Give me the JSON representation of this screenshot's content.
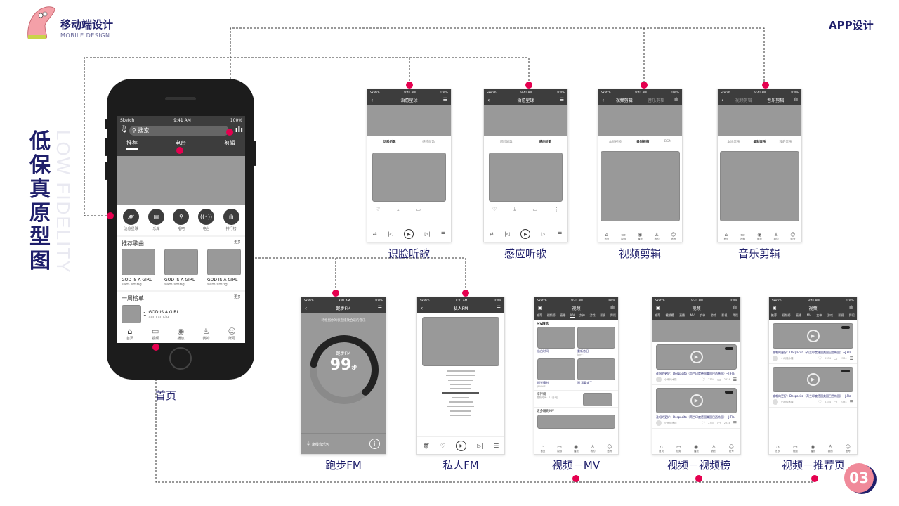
{
  "header": {
    "title": "移动端设计",
    "subtitle": "MOBILE DESIGN",
    "right_label": "APP设计"
  },
  "side": {
    "title": "低保真原型图",
    "watermark": "LOW FIDELITY"
  },
  "page_number": "03",
  "colors": {
    "accent": "#e5004f",
    "navy": "#1f1f6b",
    "badge": "#f08a9a",
    "wire_dark": "#3d3d3d",
    "placeholder": "#999999"
  },
  "status": {
    "carrier": "Sketch",
    "time": "9:41 AM",
    "battery": "100%"
  },
  "home": {
    "label": "首页",
    "search_placeholder": "搜索",
    "tabs": [
      "推荐",
      "电台",
      "剪辑"
    ],
    "quick": [
      {
        "label": "治愈星球",
        "icon": "planet-icon"
      },
      {
        "label": "乐库",
        "icon": "library-icon"
      },
      {
        "label": "唱吧",
        "icon": "microphone-icon"
      },
      {
        "label": "电台",
        "icon": "radio-icon"
      },
      {
        "label": "排行榜",
        "icon": "chart-icon"
      }
    ],
    "rec_title": "推荐歌曲",
    "more": "更多",
    "songs": [
      {
        "title": "GOD IS A GIRL",
        "artist": "sam smtig"
      },
      {
        "title": "GOD IS A GIRL",
        "artist": "sam smtig"
      },
      {
        "title": "GOD IS A GIRL",
        "artist": "sam smtig"
      }
    ],
    "chart_title": "一周榜单",
    "chart_items": [
      {
        "rank": "1",
        "title": "GOD IS A GIRL",
        "artist": "sam smtig"
      }
    ],
    "tabbar": [
      "首页",
      "视频",
      "播放",
      "我的",
      "账号"
    ]
  },
  "screens": {
    "face": {
      "label": "识脸听歌",
      "title": "治愈星球",
      "tabs": [
        "识脸听歌",
        "感应听歌"
      ]
    },
    "sense": {
      "label": "感应听歌",
      "title": "治愈星球",
      "tabs": [
        "识脸听歌",
        "感应听歌"
      ]
    },
    "video_edit": {
      "label": "视频剪辑",
      "header_tabs": [
        "视频剪辑",
        "音乐剪辑"
      ],
      "tabs": [
        "本地视频",
        "录制视频",
        "BGM"
      ]
    },
    "music_edit": {
      "label": "音乐剪辑",
      "header_tabs": [
        "视频剪辑",
        "音乐剪辑"
      ],
      "tabs": [
        "本地音乐",
        "录制音乐",
        "我的音乐"
      ]
    },
    "run_fm": {
      "label": "跑步FM",
      "title": "跑步FM",
      "hint": "将根据你的状态播放合适的音乐",
      "ring_label": "跑步FM",
      "steps": "99",
      "unit": "步",
      "download": "离线音乐包",
      "progress": 0.6
    },
    "private_fm": {
      "label": "私人FM",
      "title": "私人FM"
    },
    "video_mv": {
      "label": "视频－MV",
      "title": "视频",
      "tabs": [
        "推荐",
        "视频榜",
        "直播",
        "MV",
        "女神",
        "游戏",
        "影视",
        "舞蹈"
      ],
      "section": "MV精选",
      "items": [
        {
          "title": "告白时间",
          "artist": ""
        },
        {
          "title": "重新恋旧",
          "artist": "Jony J"
        },
        {
          "title": "时光情书",
          "artist": "JENNIE"
        },
        {
          "title": "嘿 我要走了",
          "artist": ""
        }
      ],
      "chart": "排行榜",
      "chart_update": "更新时间：11月8日",
      "more": "更多精彩MV"
    },
    "video_rank": {
      "label": "视频－视频榜",
      "title": "视频",
      "tabs": [
        "推荐",
        "视频榜",
        "直播",
        "MV",
        "女神",
        "游戏",
        "影视",
        "舞蹈"
      ]
    },
    "video_rec": {
      "label": "视频－推荐页",
      "title": "视频",
      "tabs": [
        "推荐",
        "视频榜",
        "直播",
        "MV",
        "女神",
        "游戏",
        "影视",
        "舞蹈"
      ]
    },
    "video_card": {
      "title": "谁唱的更好：Despacito（荷兰印度德国美国巴西韩国）~J.Fla",
      "user": "小雨纯木槿",
      "likes": "2334",
      "comments": "2334"
    }
  }
}
